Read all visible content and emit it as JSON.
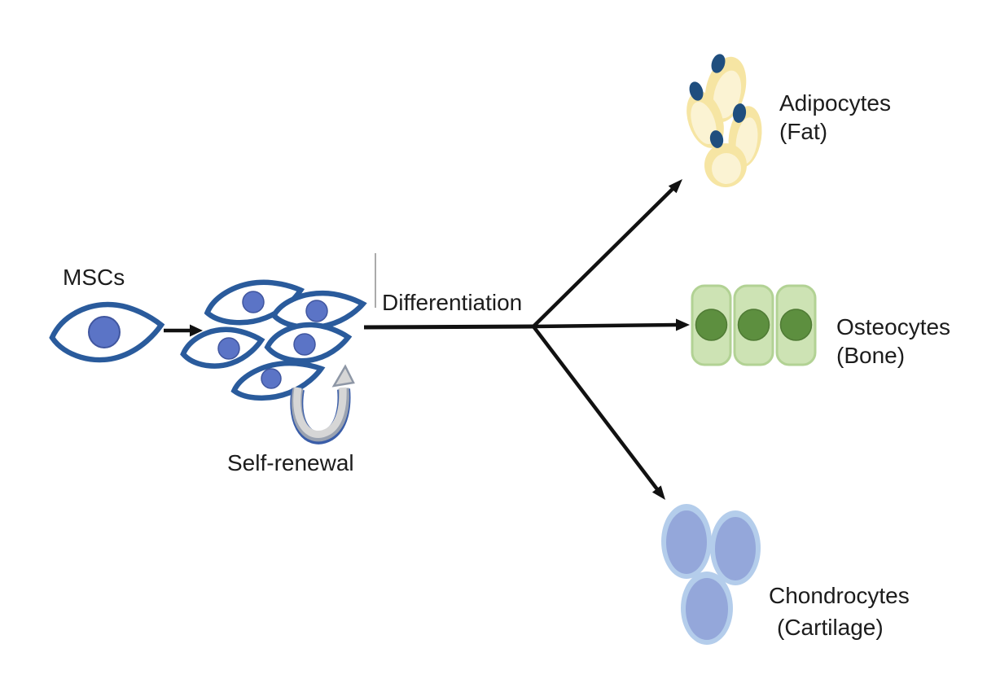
{
  "diagram": {
    "type": "flow-diagram",
    "subject": "Mesenchymal stem cell differentiation",
    "msc": {
      "label": "MSCs"
    },
    "self_renewal": {
      "label": "Self-renewal"
    },
    "differentiation": {
      "label": "Differentiation"
    },
    "lineages": [
      {
        "name": "Adipocytes",
        "tissue": "(Fat)"
      },
      {
        "name": "Osteocytes",
        "tissue": "(Bone)"
      },
      {
        "name": "Chondrocytes",
        "tissue": "(Cartilage)"
      }
    ],
    "colors": {
      "msc_outline": "#2a5b9c",
      "msc_nucleus": "#5b74c6",
      "msc_nucleus_edge": "#40569f",
      "adipocyte_outer": "#f6e5a3",
      "adipocyte_inner": "#fbf3d3",
      "adipocyte_nucleus": "#1f4e7e",
      "osteocyte_fill": "#cde3b4",
      "osteocyte_border": "#b2d294",
      "osteocyte_nucleus": "#5d8f3f",
      "osteocyte_nucleus_edge": "#4f7a34",
      "chondrocyte_outer": "#b4cdeb",
      "chondrocyte_inner": "#94a7da",
      "arrow": "#111111",
      "renewal_arrow_fill": "#d6d6d6",
      "renewal_arrow_edge": "#9aa2b0",
      "renewal_arrow_accent": "#3a5da8",
      "divider_line": "#ababab"
    }
  }
}
